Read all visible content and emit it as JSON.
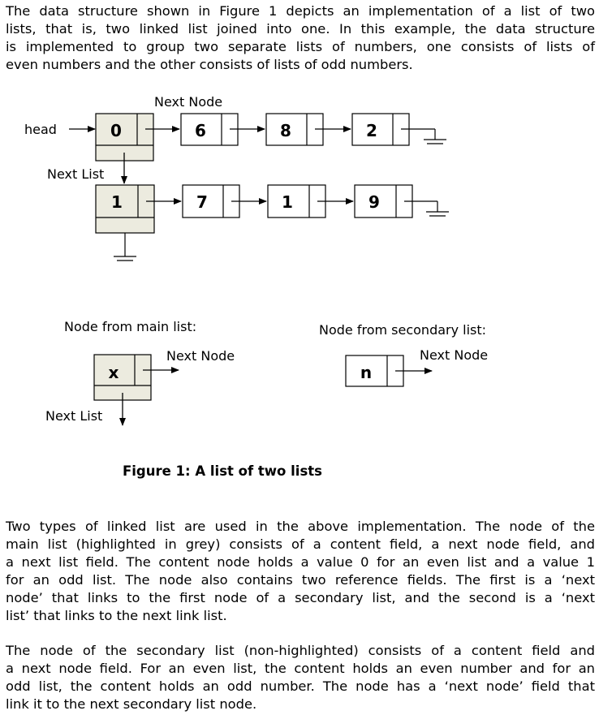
{
  "intro": [
    "The data structure shown in Figure 1 depicts an implementation of a list of two",
    "lists, that is, two linked list joined into one. In this example, the data structure",
    "is implemented to group two separate lists of numbers, one consists of lists of",
    "even numbers and the other consists of lists of odd numbers."
  ],
  "diagram": {
    "head_label": "head",
    "next_node_label": "Next Node",
    "next_list_label": "Next List",
    "even_list": {
      "head_value": "0",
      "nodes": [
        "6",
        "8",
        "2"
      ]
    },
    "odd_list": {
      "head_value": "1",
      "nodes": [
        "7",
        "1",
        "9"
      ]
    },
    "legend": {
      "main_title": "Node from main list:",
      "main_value": "x",
      "main_next_node": "Next Node",
      "main_next_list": "Next List",
      "secondary_title": "Node from secondary list:",
      "secondary_value": "n",
      "secondary_next_node": "Next Node"
    },
    "colors": {
      "main_node_fill": "#ECEBDF",
      "stroke": "#000000"
    }
  },
  "caption": "Figure 1: A list of two lists",
  "paragraph2": [
    "Two types of linked list are used in the above implementation. The node of the",
    "main list (highlighted in grey) consists of a content field, a next node field, and",
    "a next list field. The content node holds a value 0 for an even list and a value 1",
    "for an odd list. The node also contains two reference fields. The first is a ‘next",
    "node’ that links to the first node of a secondary list, and the second is a ‘next",
    "list’ that links to the next link list."
  ],
  "paragraph3": [
    "The node of the secondary list (non-highlighted) consists of a content field and",
    "a next node field. For an even list, the content holds an even number and for an",
    "odd list, the content holds an odd number. The node has a ‘next node’ field that",
    "link it to the next secondary list node."
  ]
}
